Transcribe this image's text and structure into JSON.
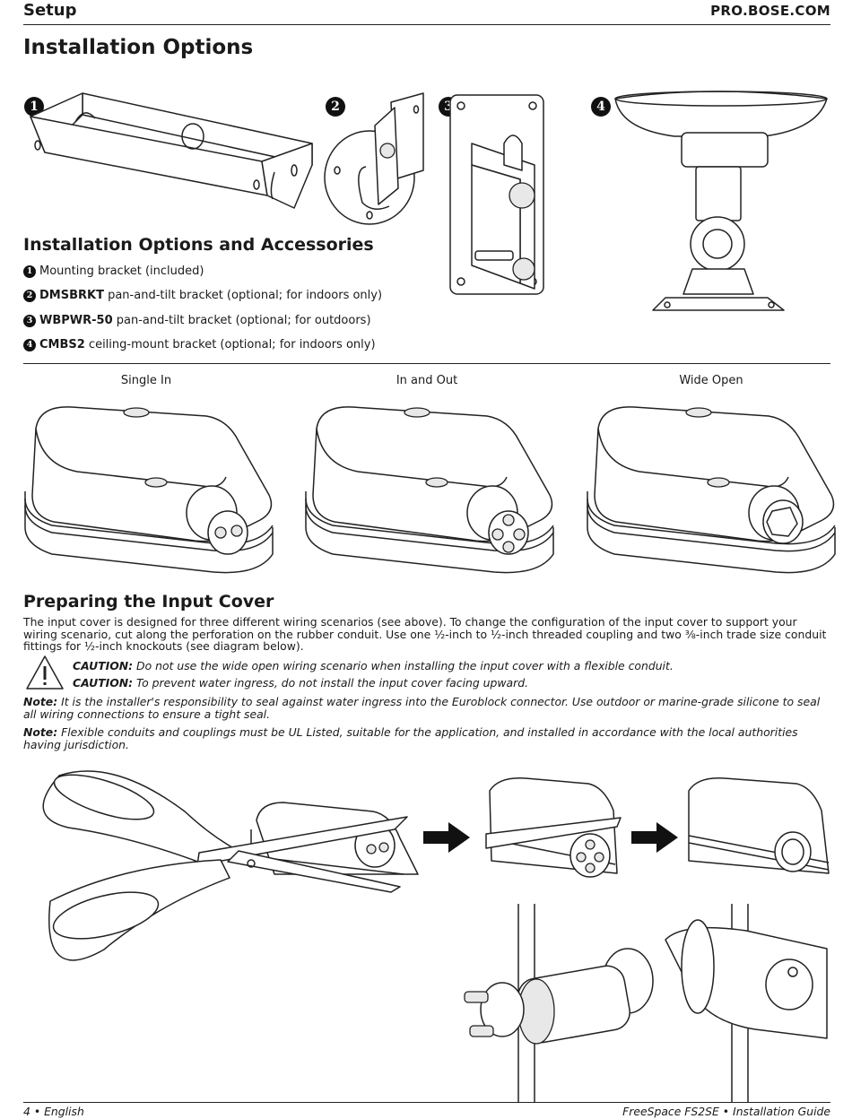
{
  "header": {
    "section": "Setup",
    "site": "PRO.BOSE.COM"
  },
  "page_title": "Installation Options",
  "option_badges": [
    "1",
    "2",
    "3",
    "4"
  ],
  "accessories": {
    "title": "Installation Options and Accessories",
    "items": [
      {
        "num": "1",
        "code": "",
        "text": "Mounting bracket (included)"
      },
      {
        "num": "2",
        "code": "DMSBRKT",
        "text": " pan-and-tilt bracket (optional; for indoors only)"
      },
      {
        "num": "3",
        "code": "WBPWR-50",
        "text": " pan-and-tilt bracket (optional; for outdoors)"
      },
      {
        "num": "4",
        "code": "CMBS2",
        "text": " ceiling-mount bracket (optional; for indoors only)"
      }
    ]
  },
  "wiring_captions": [
    "Single In",
    "In and Out",
    "Wide Open"
  ],
  "input_cover": {
    "title": "Preparing the Input Cover",
    "body": "The input cover is designed for three different wiring scenarios (see above). To change the configuration of the input cover to support your wiring scenario, cut along the perforation on the rubber conduit. Use one ½-inch to ½-inch threaded coupling and two ⅜-inch trade size conduit fittings for ½-inch knockouts (see diagram below).",
    "caution1_label": "CAUTION:",
    "caution1_text": " Do not use the wide open wiring scenario when installing the input cover with a flexible conduit.",
    "caution2_label": "CAUTION:",
    "caution2_text": " To prevent water ingress, do not install the input cover facing upward.",
    "note1_label": "Note:",
    "note1_text": " It is the installer's responsibility to seal against water ingress into the Euroblock connector. Use outdoor or marine-grade silicone to seal all wiring connections to ensure a tight seal.",
    "note2_label": "Note:",
    "note2_text": " Flexible conduits and couplings must be UL Listed, suitable for the application, and installed in accordance with the local authorities having jurisdiction."
  },
  "footer": {
    "left": "4 • English",
    "right": "FreeSpace FS2SE • Installation Guide"
  }
}
